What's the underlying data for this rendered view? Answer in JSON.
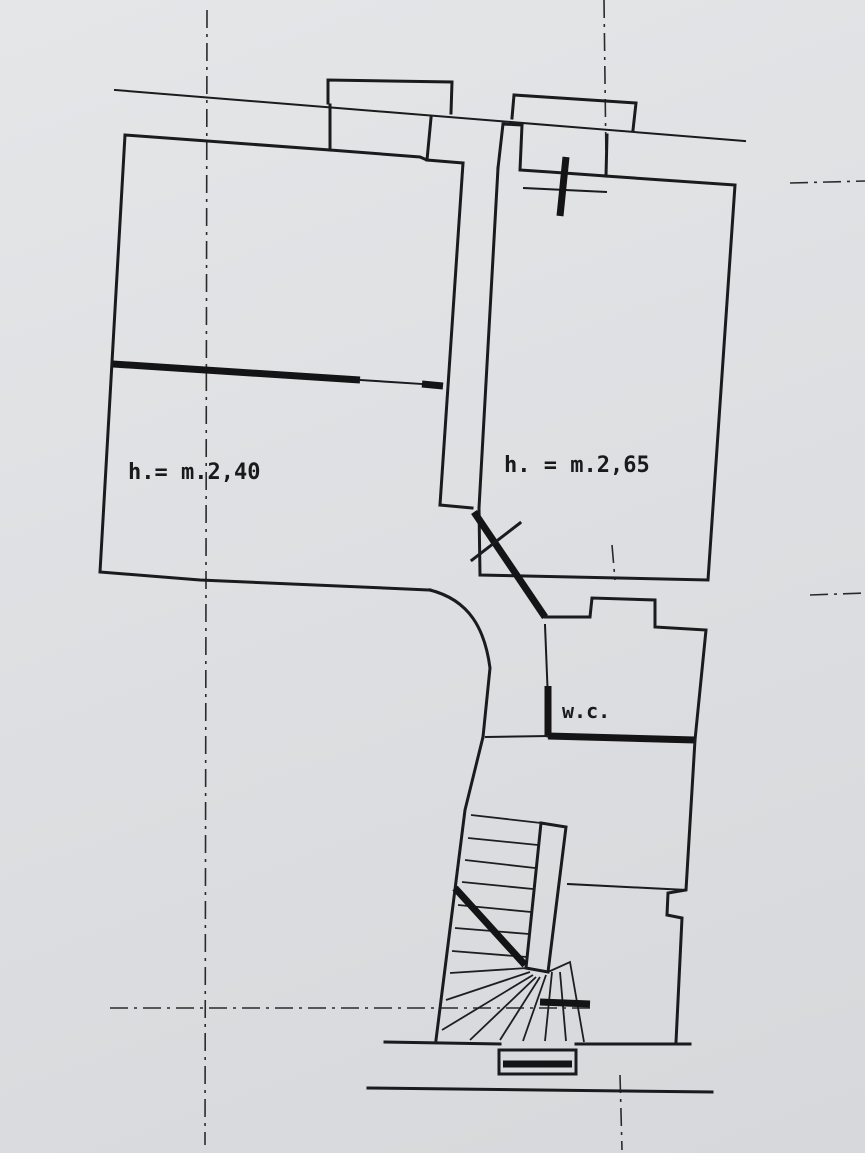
{
  "plan": {
    "room_left_height": "h.= m.2,40",
    "room_right_height": "h. = m.2,65",
    "wc_label": "w.c."
  }
}
